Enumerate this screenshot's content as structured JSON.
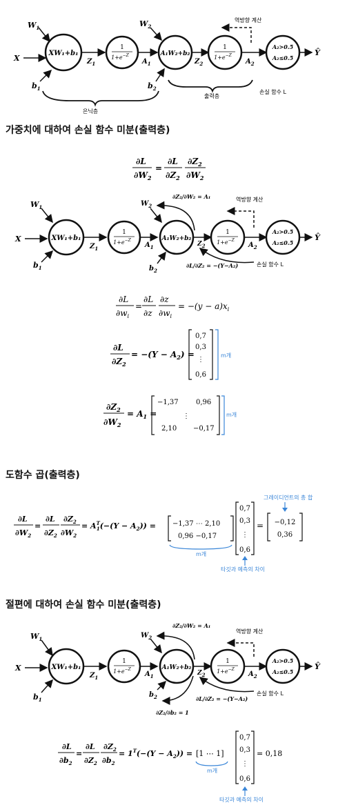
{
  "headings": {
    "weight": "가중치에 대하여 손실 함수 미분(출력층)",
    "chain": "도함수 곱(출력층)",
    "bias": "절편에 대하여 손실 함수 미분(출력층)"
  },
  "net": {
    "w1": "W",
    "w1_sub": "1",
    "x": "X",
    "b1": "b",
    "b1_sub": "1",
    "node1": "XW₁+b₁",
    "z1": "Z",
    "z1_sub": "1",
    "sig_num": "1",
    "sig_den": "1+e",
    "sig_exp": "−Z",
    "a1": "A",
    "a1_sub": "1",
    "w2": "W",
    "w2_sub": "2",
    "b2": "b",
    "b2_sub": "2",
    "node2": "A₁W₂+b₂",
    "z2": "Z",
    "z2_sub": "2",
    "a2": "A",
    "a2_sub": "2",
    "out_top": "A₂>0.5",
    "out_bot": "A₂≤0.5",
    "yhat": "Ŷ",
    "backprop": "역방향 계산",
    "hidden_layer": "은닉층",
    "output_layer": "출력층",
    "loss_fn": "손실 함수 L"
  },
  "eq": {
    "dLdW2": "∂L/∂W₂ = ∂L/∂Z₂ · ∂Z₂/∂W₂",
    "dZ2dW2_label": "∂Z₂/∂W₂ = A₁",
    "dLdZ2_label": "∂L/∂Z₂ = −(Y−A₂)",
    "dZ2db2_label": "∂Z₂/∂b₂ = 1",
    "scalar": "∂L/∂wᵢ = ∂L/∂z · ∂z/∂wᵢ = −(y−a)xᵢ",
    "dLdZ2_full": "∂L/∂Z₂ = −(Y−A₂) =",
    "dZ2dW2_full": "∂Z₂/∂W₂ = A₁ =",
    "chain_full": "∂L/∂W₂ = ∂L/∂Z₂ ∂Z₂/∂W₂ = A₁ᵀ(−(Y−A₂)) =",
    "bias_full": "∂L/∂b₂ = ∂L/∂Z₂ ∂Z₂/∂b₂ = 1ᵀ(−(Y−A₂)) ="
  },
  "vec_err": [
    "0,7",
    "0,3",
    "⋮",
    "0,6"
  ],
  "mat_a1": {
    "r1a": "−1,37",
    "r1b": "0,96",
    "r2": "⋮",
    "r3a": "2,10",
    "r3b": "−0,17"
  },
  "mat_a1t": {
    "r1": "−1,37 ⋯ 2,10",
    "r2": "0,96     −0,17"
  },
  "grad_w": [
    "−0,12",
    "0,36"
  ],
  "ones_row": "[1 ⋯ 1]",
  "grad_b": "= 0,18",
  "notes": {
    "m_count": "m개",
    "grad_sum": "그레이디언트의 총 합",
    "target_diff": "타깃과 예측의 차이"
  }
}
